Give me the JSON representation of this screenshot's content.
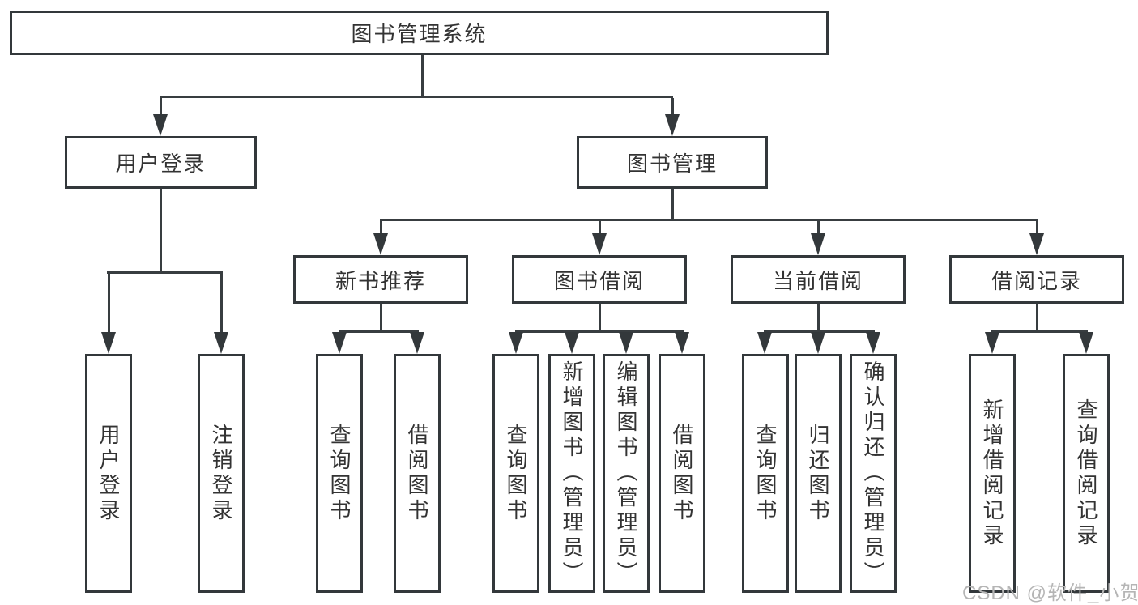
{
  "tree": {
    "root": "图书管理系统",
    "children": [
      {
        "label": "用户登录",
        "children": [
          "用户登录",
          "注销登录"
        ]
      },
      {
        "label": "图书管理",
        "children": [
          {
            "label": "新书推荐",
            "children": [
              "查询图书",
              "借阅图书"
            ]
          },
          {
            "label": "图书借阅",
            "children": [
              "查询图书",
              "新增图书（管理员）",
              "编辑图书（管理员）",
              "借阅图书"
            ]
          },
          {
            "label": "当前借阅",
            "children": [
              "查询图书",
              "归还图书",
              "确认归还（管理员）"
            ]
          },
          {
            "label": "借阅记录",
            "children": [
              "新增借阅记录",
              "查询借阅记录"
            ]
          }
        ]
      }
    ]
  },
  "watermark": "CSDN @软件_小贺同学",
  "colors": {
    "line": "#383d40",
    "border": "#33383b",
    "text": "#333333",
    "watermark": "#b5b5b5",
    "background": "#ffffff"
  }
}
